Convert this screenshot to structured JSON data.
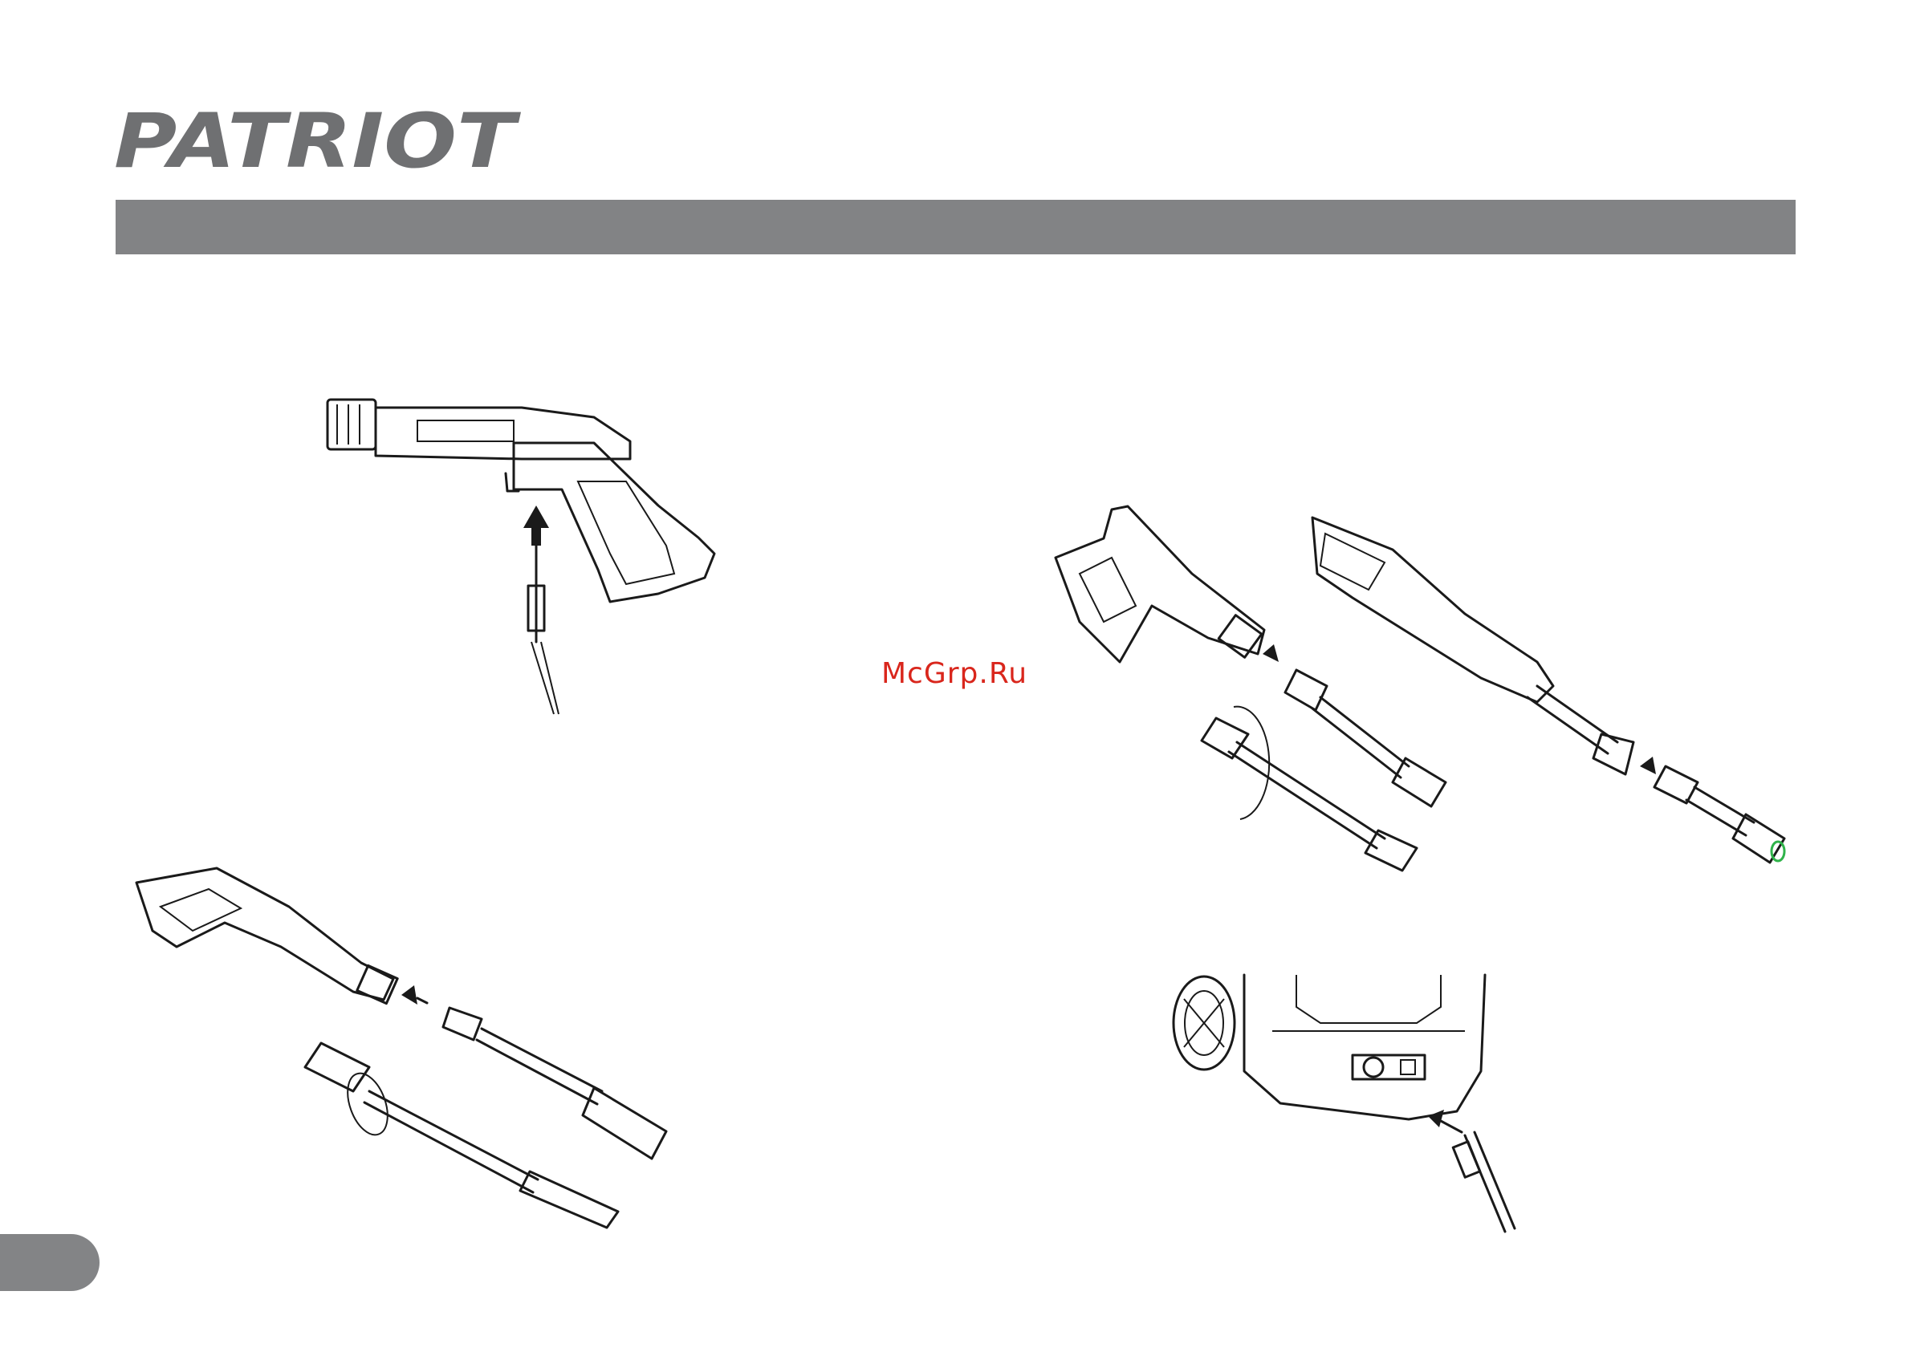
{
  "brand": {
    "logo_text": "PATRIOT"
  },
  "watermark": {
    "text": "McGrp.Ru",
    "color": "#d9261c"
  },
  "colors": {
    "header_band": "#828385",
    "page_tab": "#838486",
    "nozzle_accent": "#2fb34a"
  },
  "figures": [
    {
      "name": "gun-hose-connection",
      "icon": "spray-gun-with-hose-arrow-icon"
    },
    {
      "name": "lance-attach-left",
      "icon": "spray-gun-lance-assembly-icon"
    },
    {
      "name": "lance-attach-right",
      "icon": "spray-gun-lance-nozzle-assembly-icon"
    },
    {
      "name": "hose-to-unit",
      "icon": "pressure-washer-outlet-hose-icon"
    }
  ]
}
